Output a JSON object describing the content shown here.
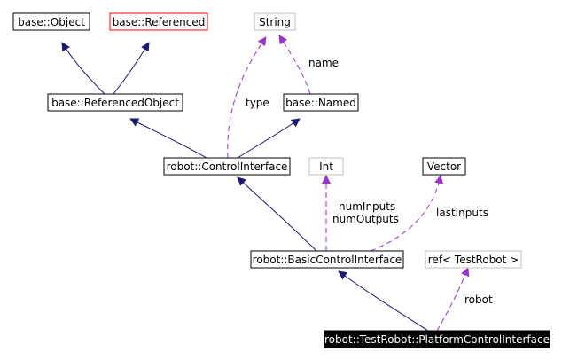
{
  "nodes": {
    "base_object": "base::Object",
    "base_referenced": "base::Referenced",
    "string": "String",
    "base_referenced_object": "base::ReferencedObject",
    "base_named": "base::Named",
    "robot_control_interface": "robot::ControlInterface",
    "int": "Int",
    "vector": "Vector",
    "robot_basic_control_interface": "robot::BasicControlInterface",
    "ref_test_robot": "ref< TestRobot >",
    "platform_control_interface": "robot::TestRobot::PlatformControlInterface"
  },
  "edge_labels": {
    "name": "name",
    "type": "type",
    "num_inputs": "numInputs",
    "num_outputs": "numOutputs",
    "last_inputs": "lastInputs",
    "robot": "robot"
  },
  "colors": {
    "inheritance": "#191970",
    "usage": "#9a32cd",
    "highlight_fill": "#000000",
    "highlight_text": "#ffffff",
    "red_border": "#ff0000",
    "grey_border": "#bfbfbf"
  }
}
